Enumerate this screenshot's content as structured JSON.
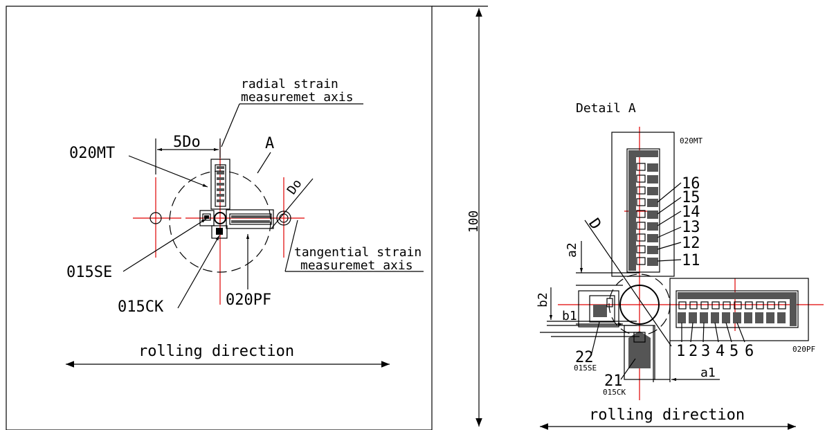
{
  "left_view": {
    "labels": {
      "radial_axis_line1": "radial strain",
      "radial_axis_line2": "measuremet axis",
      "tangential_axis_line1": "tangential strain",
      "tangential_axis_line2": "measuremet axis",
      "gauge_mt": "020MT",
      "gauge_se": "015SE",
      "gauge_ck": "015CK",
      "gauge_pf": "020PF",
      "dim_5do": "5Do",
      "dim_do": "Do",
      "detail_ref": "A",
      "rolling_direction": "rolling direction",
      "height_dim": "100"
    }
  },
  "detail_view": {
    "title": "Detail A",
    "gauge_mt": "020MT",
    "gauge_pf": "020PF",
    "gauge_se": "015SE",
    "gauge_ck": "015CK",
    "dim_d": "D",
    "dim_a1": "a1",
    "dim_a2": "a2",
    "dim_b1": "b1",
    "dim_b2": "b2",
    "radial_numbers": [
      "16",
      "15",
      "14",
      "13",
      "12",
      "11"
    ],
    "tangential_numbers": [
      "1",
      "2",
      "3",
      "4",
      "5",
      "6"
    ],
    "num_22": "22",
    "num_21": "21",
    "rolling_direction": "rolling direction"
  }
}
